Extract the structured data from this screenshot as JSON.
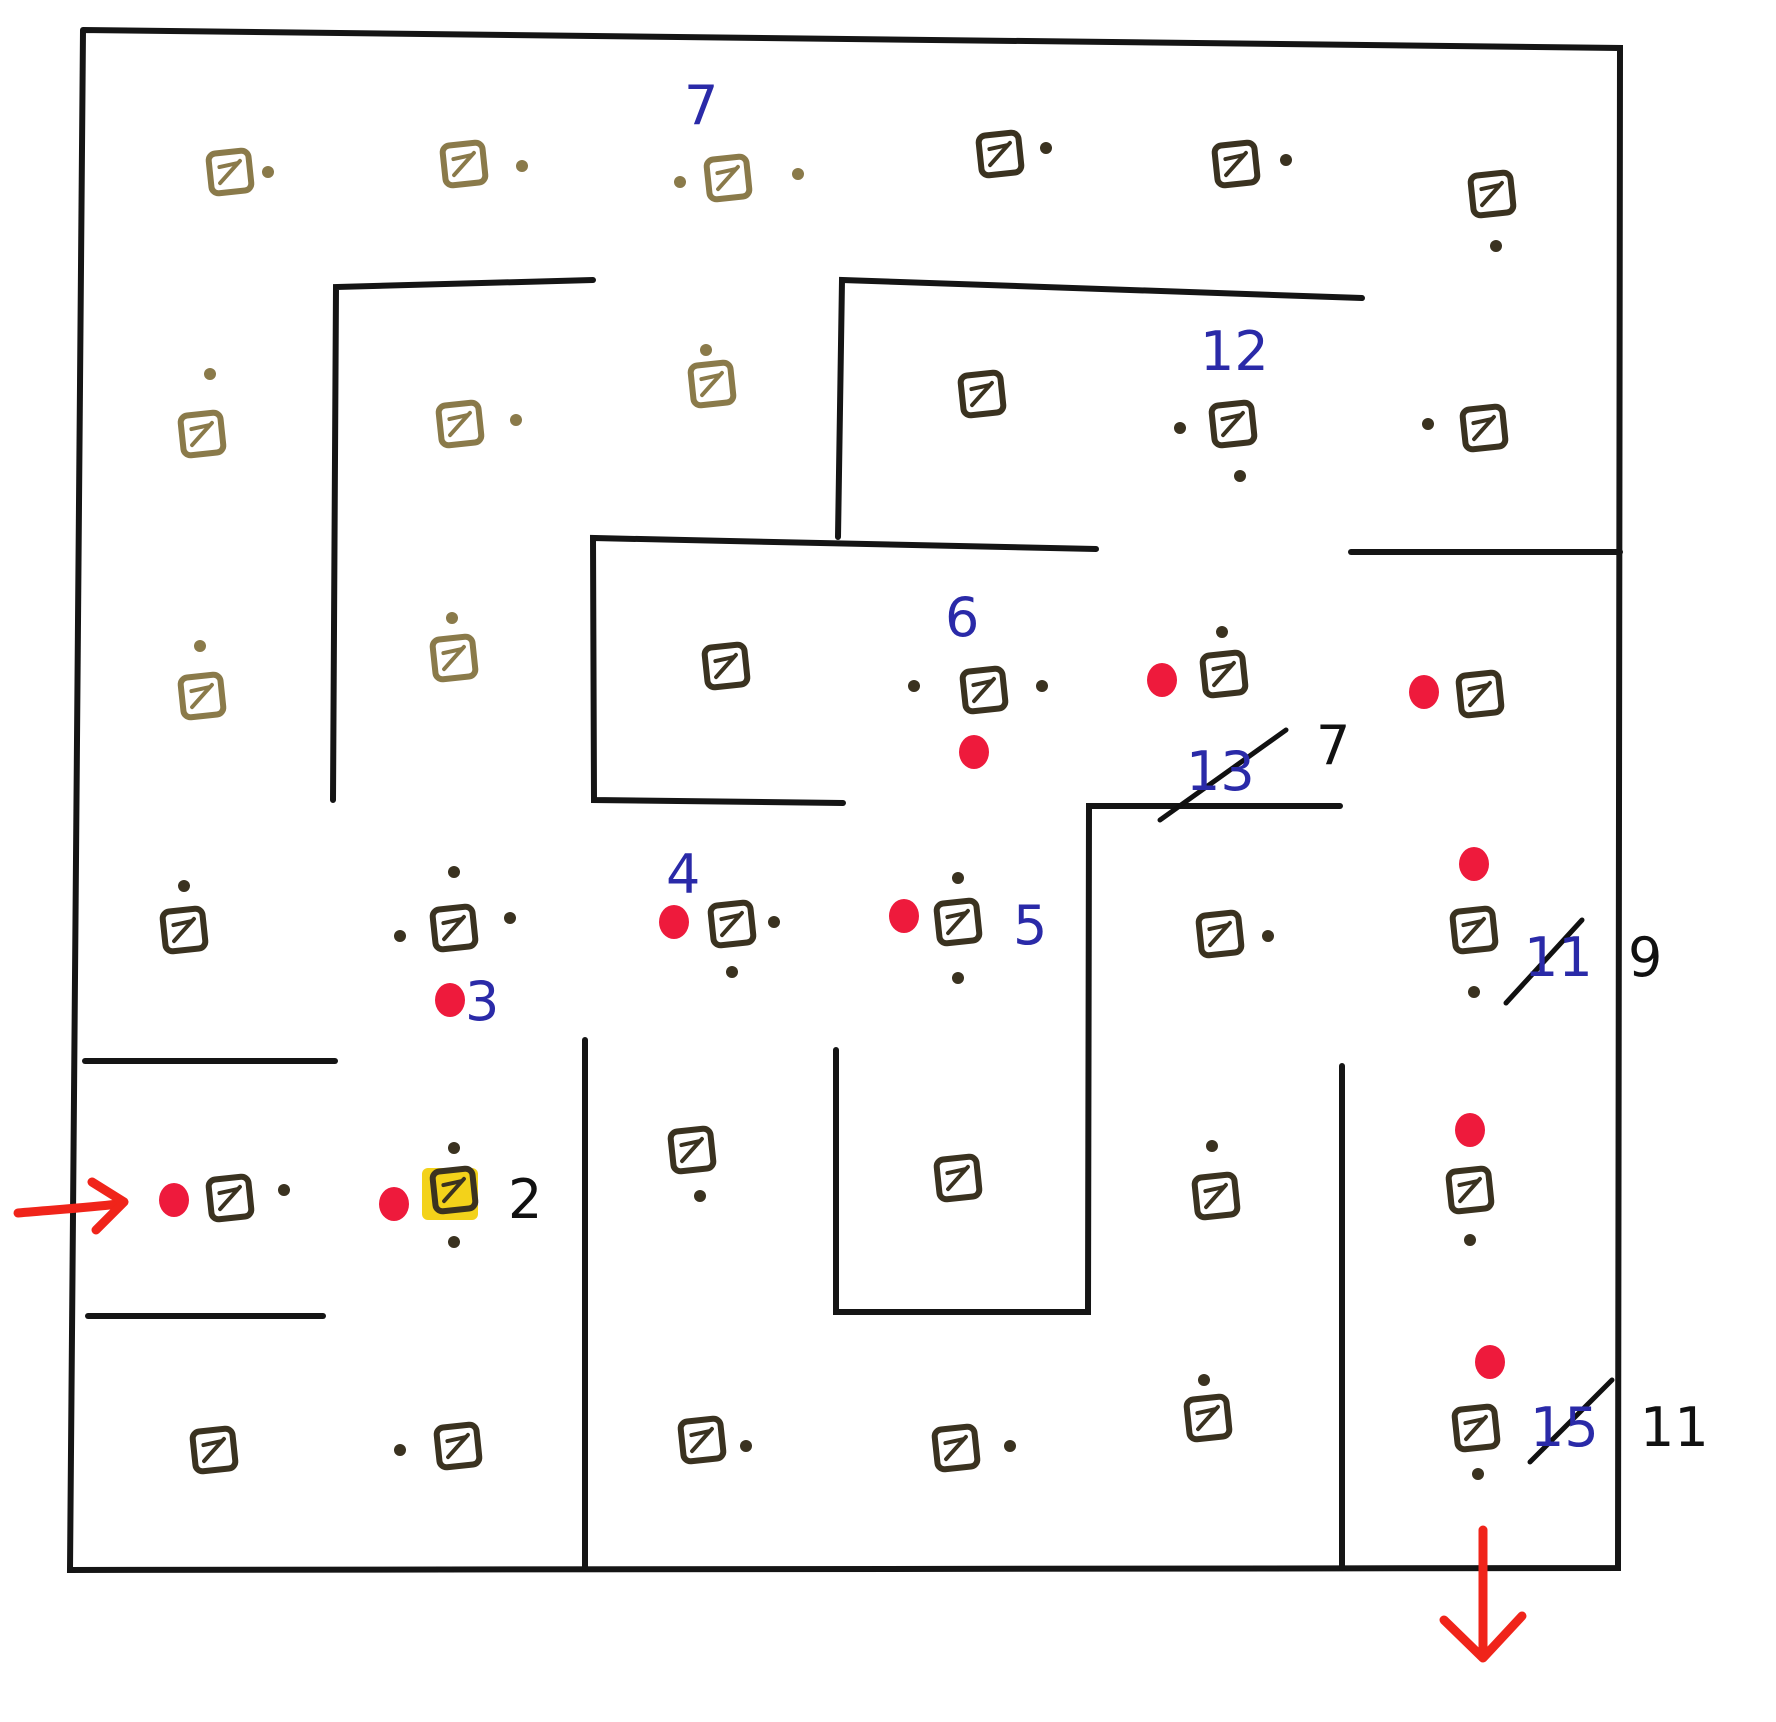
{
  "colors": {
    "wall": "#151515",
    "box_faded": "#8a7a4a",
    "box_dark": "#3a3220",
    "red_dot": "#ee1a3c",
    "blue_ink": "#2a2aa8",
    "black_ink": "#111111",
    "arrow": "#f0241a",
    "highlight": "#f3d21a"
  },
  "labels": {
    "n7_top": "7",
    "n12": "12",
    "n6": "6",
    "n13_struck": "13",
    "n7_right": "7",
    "n4": "4",
    "n5": "5",
    "n3": "3",
    "n11_struck": "11",
    "n9": "9",
    "n2": "2",
    "n15_struck": "15",
    "n11": "11"
  },
  "icons": {
    "entry": "entry-arrow-icon",
    "exit": "exit-arrow-icon",
    "cell": "cell-box-icon",
    "marker": "red-dot-icon"
  }
}
